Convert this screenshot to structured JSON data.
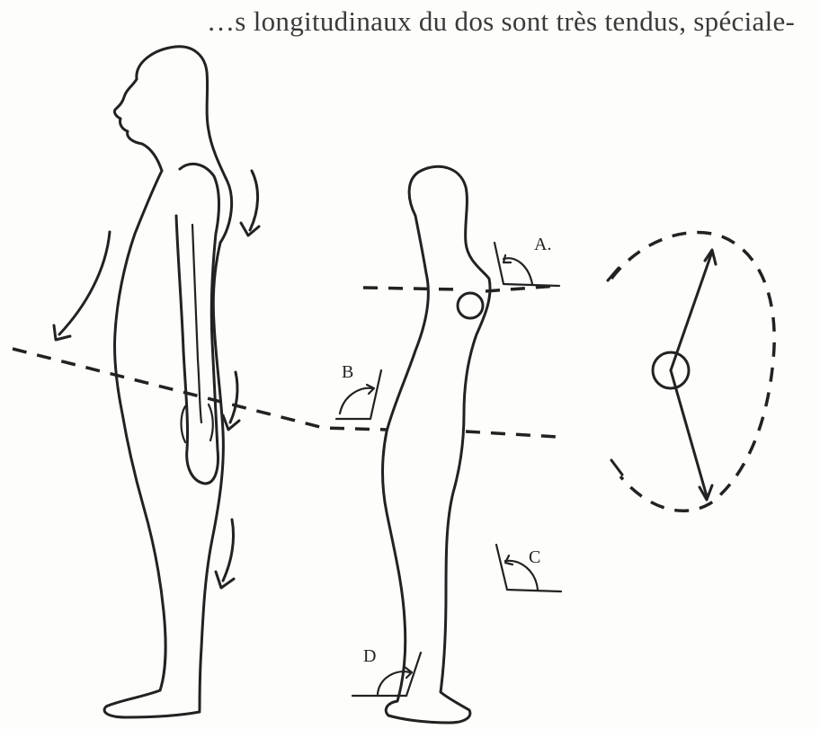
{
  "header": {
    "text": "…s longitudinaux du dos sont très tendus, spéciale-"
  },
  "figure": {
    "angle_labels": {
      "a": "A.",
      "b": "B",
      "c": "C",
      "d": "D"
    },
    "colors": {
      "ink": "#222222",
      "paper": "#fdfdfb"
    }
  }
}
